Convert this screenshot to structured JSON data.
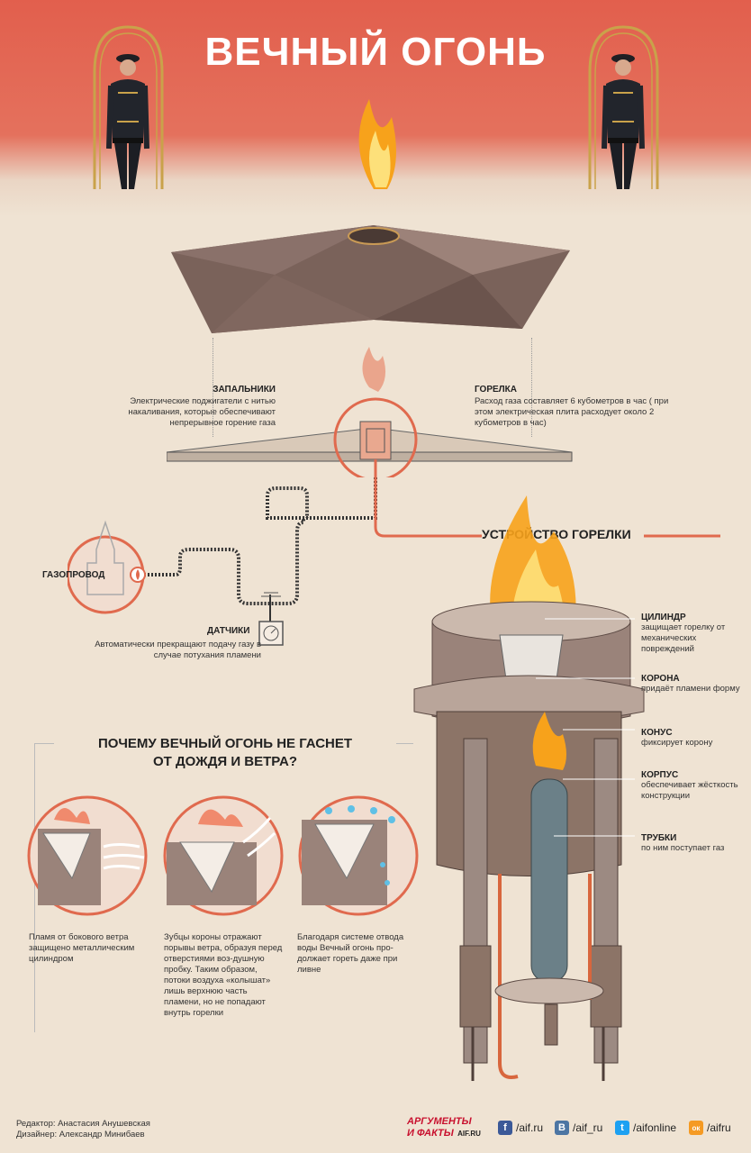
{
  "title": "ВЕЧНЫЙ ОГОНЬ",
  "labels": {
    "zapalniki": {
      "title": "ЗАПАЛЬНИКИ",
      "text": "Электрические поджигатели с нитью накаливания, которые обеспечивают непрерывное горение газа"
    },
    "gorelka": {
      "title": "ГОРЕЛКА",
      "text": "Расход газа составляет 6 кубометров в час ( при этом электрическая плита расходует около 2 кубометров в час)"
    },
    "gazoprovod": "ГАЗОПРОВОД",
    "datchiki": {
      "title": "ДАТЧИКИ",
      "text": "Автоматически прекращают подачу газу в случае потухания пламени"
    },
    "ustroistvo": "УСТРОЙСТВО ГОРЕЛКИ"
  },
  "parts": [
    {
      "title": "ЦИЛИНДР",
      "text": "защищает горелку от механических повреждений"
    },
    {
      "title": "КОРОНА",
      "text": "придаёт пламени форму"
    },
    {
      "title": "КОНУС",
      "text": "фиксирует корону"
    },
    {
      "title": "КОРПУС",
      "text": "обеспечивает жёсткость конструкции"
    },
    {
      "title": "ТРУБКИ",
      "text": "по ним поступает газ"
    }
  ],
  "why": {
    "title_line1": "ПОЧЕМУ ВЕЧНЫЙ ОГОНЬ НЕ ГАСНЕТ",
    "title_line2": "ОТ ДОЖДЯ И ВЕТРА?",
    "items": [
      "Пламя от бокового ветра защищено металлическим цилиндром",
      "Зубцы короны отражают порывы ветра, образуя перед отверстиями воз-душную пробку. Таким образом, потоки воздуха «колышат» лишь верхнюю часть пламени, но не попадают внутрь горелки",
      "Благодаря системе отвода воды Вечный огонь про-должает гореть даже при ливне"
    ]
  },
  "footer": {
    "editor": "Редактор: Анастасия Анушевская",
    "designer": "Дизайнер: Александр Минибаев",
    "logo_line1": "АРГУМЕНТЫ",
    "logo_line2": "И ФАКТЫ",
    "logo_site": "AIF.RU",
    "social": [
      {
        "icon": "facebook-icon",
        "glyph": "f",
        "label": "/aif.ru",
        "color": "#3b5998"
      },
      {
        "icon": "vk-icon",
        "glyph": "В",
        "label": "/aif_ru",
        "color": "#4c75a3"
      },
      {
        "icon": "twitter-icon",
        "glyph": "t",
        "label": "/aifonline",
        "color": "#1da1f2"
      },
      {
        "icon": "odnoklassniki-icon",
        "glyph": "ок",
        "label": "/aifru",
        "color": "#f59a23"
      }
    ]
  },
  "colors": {
    "accent": "#e06a4e",
    "background": "#efe3d3",
    "header": "#e25f4d",
    "metal": "#8c7467",
    "flame": "#f7a21b"
  }
}
